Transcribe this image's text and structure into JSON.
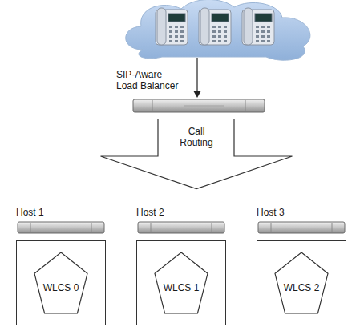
{
  "diagram": {
    "nodes": [
      {
        "text": [
          "SIP-Aware Load Balancer"
        ]
      },
      {
        "text": [
          "Call Routing"
        ]
      },
      {
        "text": [
          "Host 1"
        ]
      },
      {
        "text": [
          "WLCS 0"
        ],
        "in": 2
      },
      {
        "text": [
          "Host 2"
        ]
      },
      {
        "text": [
          "WLCS 1"
        ],
        "in": 4
      },
      {
        "text": [
          "Host 3"
        ]
      },
      {
        "text": [
          "WLCS 2"
        ],
        "in": 6
      }
    ]
  }
}
